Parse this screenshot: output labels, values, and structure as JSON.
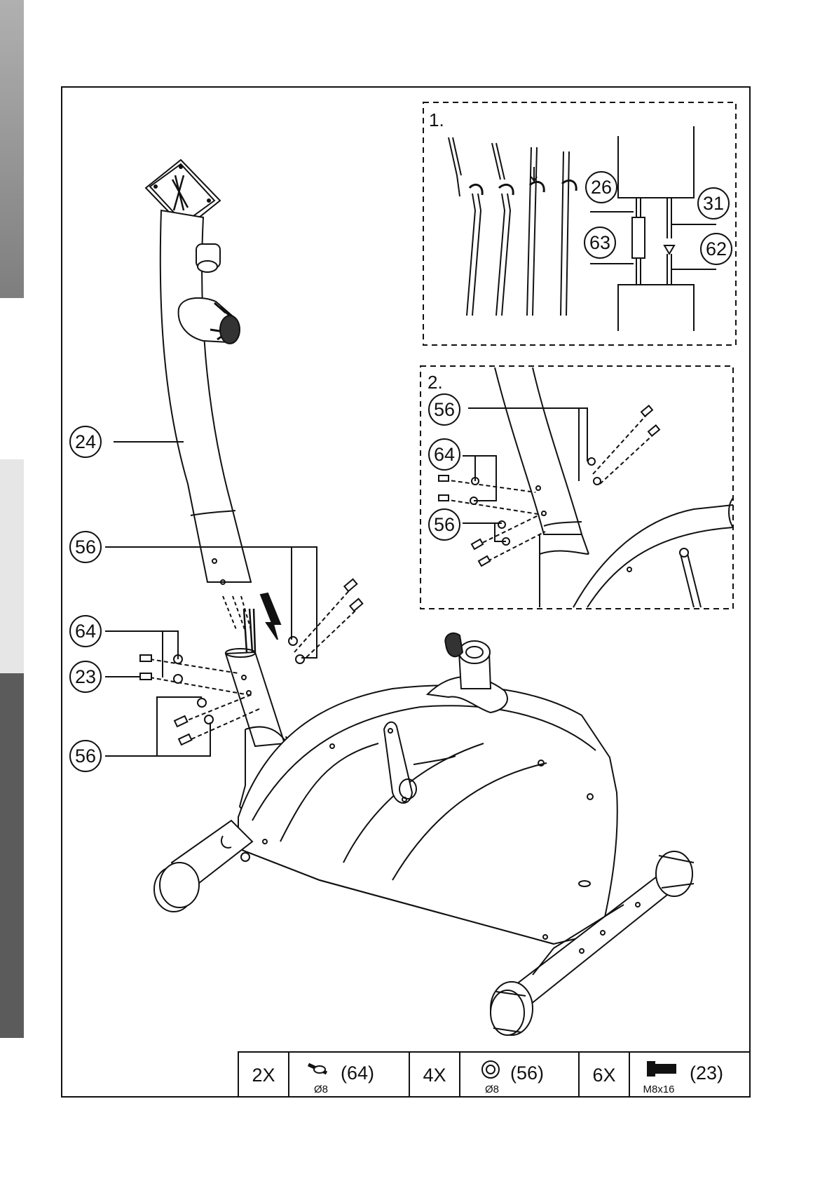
{
  "steps": [
    {
      "number": "1."
    },
    {
      "number": "2."
    }
  ],
  "callouts": {
    "main": [
      {
        "label": "24"
      },
      {
        "label": "56"
      },
      {
        "label": "64"
      },
      {
        "label": "23"
      },
      {
        "label": "56"
      }
    ],
    "step1": [
      {
        "label": "26"
      },
      {
        "label": "31"
      },
      {
        "label": "63"
      },
      {
        "label": "62"
      }
    ],
    "step2": [
      {
        "label": "56"
      },
      {
        "label": "64"
      },
      {
        "label": "56"
      }
    ]
  },
  "hardware": [
    {
      "qty": "2X",
      "part": "(64)",
      "spec": "Ø8",
      "icon": "spring-washer-icon"
    },
    {
      "qty": "4X",
      "part": "(56)",
      "spec": "Ø8",
      "icon": "flat-washer-icon"
    },
    {
      "qty": "6X",
      "part": "(23)",
      "spec": "M8x16",
      "icon": "bolt-icon"
    }
  ],
  "colors": {
    "line": "#111111",
    "tab_dark": "#5b5b5b",
    "tab_light": "#e6e6e6"
  }
}
